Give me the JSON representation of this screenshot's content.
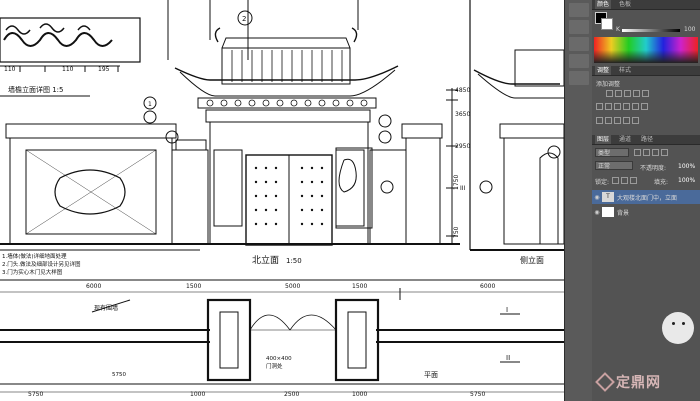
{
  "drawing": {
    "dims_top": [
      "110",
      "110",
      "195"
    ],
    "detail_label": "墙檐立面详图 1:5",
    "tags_center": [
      "2",
      "1"
    ],
    "level_marks": [
      "4850",
      "3650",
      "2950",
      "1750",
      "750"
    ],
    "elevation_title": "北立面",
    "elevation_scale": "1:50",
    "side_elevation_title": "侧立面",
    "notes": [
      "1.墙体(做法)详细地面处理",
      "2.门头.做法及细部设计另见详图",
      "3.门为实心木门见大样图"
    ],
    "plan_dims": [
      "6000",
      "1500",
      "5000",
      "1500",
      "6000"
    ],
    "plan_lower_dims": [
      "5750",
      "1000",
      "2500",
      "1000",
      "5750"
    ],
    "plan_label_top": "现有围墙",
    "plan_labels": [
      "400×400",
      "门洞处",
      "5750"
    ],
    "plan_title": "平面",
    "section_marks": [
      "I",
      "II",
      "III"
    ]
  },
  "photoshop": {
    "top_tabs": [
      "颜色",
      "色板"
    ],
    "color_k_label": "K",
    "color_value": "100",
    "adjust_tabs": [
      "调整",
      "样式"
    ],
    "adjust_title": "添加调整",
    "layers_tabs": [
      "图层",
      "通道",
      "路径"
    ],
    "kind_label": "类型",
    "blend_mode": "正常",
    "opacity_label": "不透明度:",
    "opacity_value": "100%",
    "lock_label": "锁定:",
    "fill_label": "填充:",
    "fill_value": "100%",
    "layers": [
      {
        "name": "大观楼北面门中，立面",
        "selected": true
      },
      {
        "name": "背景",
        "selected": false
      }
    ]
  },
  "watermark": {
    "text": "定鼎网"
  }
}
